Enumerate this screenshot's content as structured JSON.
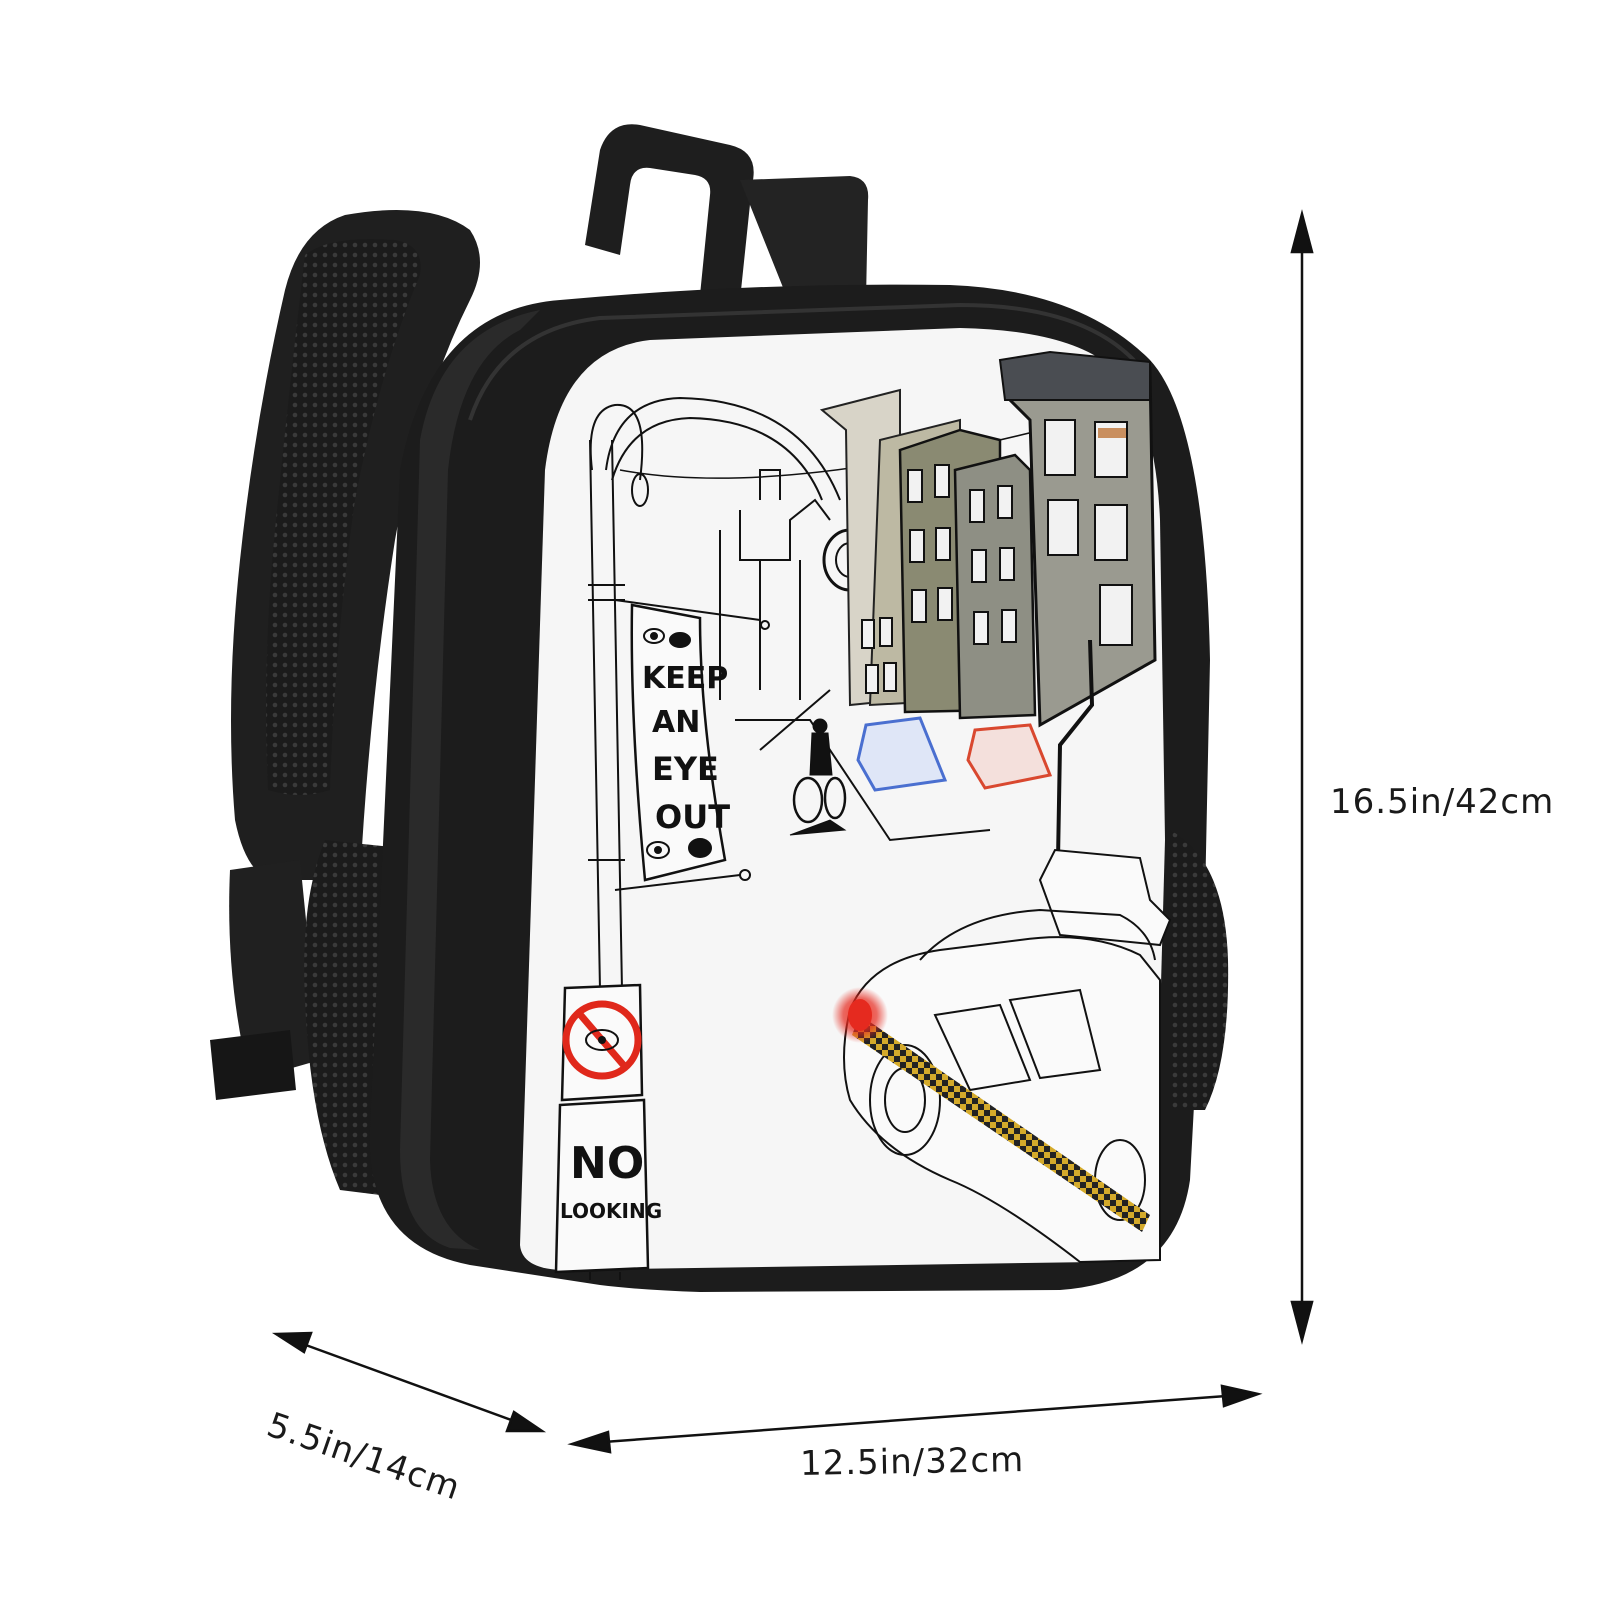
{
  "product": {
    "colors": {
      "bag_body": "#1c1c1c",
      "strap": "#222222",
      "mesh": "#2a2a2a",
      "panel": "#f6f6f6",
      "taillight": "#e52a1f",
      "taxi_checker": "#c9a227",
      "building_grey": "#8d8d86",
      "building_olive": "#8a8a72",
      "building_khaki": "#b7b39b",
      "awning_blue": "#4a6fd0",
      "awning_red": "#d9482f"
    }
  },
  "artwork": {
    "banner": {
      "lines": [
        "KEEP",
        "AN",
        "EYE",
        "OUT"
      ]
    },
    "sign": {
      "big": "NO",
      "small": "LOOKING"
    }
  },
  "dimensions": {
    "height": "16.5in/42cm",
    "width": "12.5in/32cm",
    "depth": "5.5in/14cm"
  }
}
